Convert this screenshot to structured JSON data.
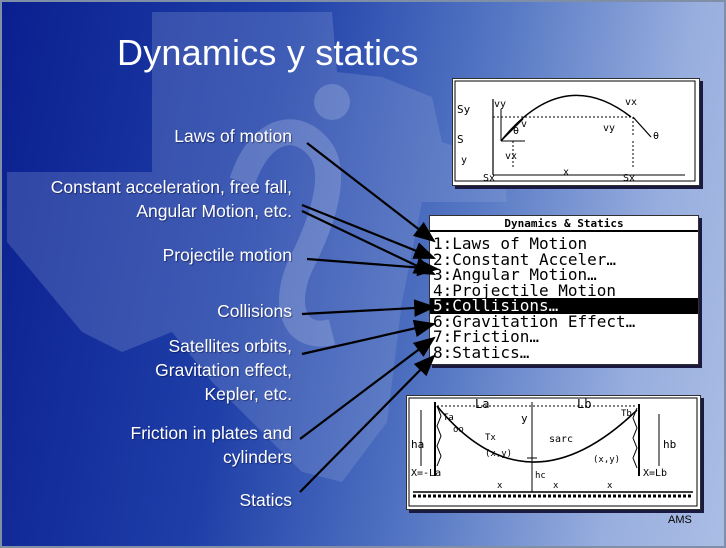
{
  "slide": {
    "title": "Dynamics y statics",
    "author": "AMS"
  },
  "labels": {
    "laws": "Laws of motion",
    "accel_1": "Constant acceleration, free fall,",
    "accel_2": "Angular Motion, etc.",
    "projectile": "Projectile motion",
    "collisions": "Collisions",
    "orbits_1": "Satellites orbits,",
    "orbits_2": "Gravitation effect,",
    "orbits_3": "Kepler, etc.",
    "friction_1": "Friction in plates and",
    "friction_2": "cylinders",
    "statics": "Statics"
  },
  "menu": {
    "header": "Dynamics & Statics",
    "items": [
      {
        "label": "1:Laws of Motion",
        "selected": false
      },
      {
        "label": "2:Constant Acceler…",
        "selected": false
      },
      {
        "label": "3:Angular Motion…",
        "selected": false
      },
      {
        "label": "4:Projectile Motion",
        "selected": false
      },
      {
        "label": "5:Collisions…",
        "selected": true
      },
      {
        "label": "6:Gravitation Effect…",
        "selected": false
      },
      {
        "label": "7:Friction…",
        "selected": false
      },
      {
        "label": "8:Statics…",
        "selected": false
      }
    ]
  },
  "projectile_figure": {
    "sy": "Sy",
    "vy0": "vy",
    "sy0": "S",
    "yaxis": "y",
    "theta0": "θ",
    "v0": "v",
    "vx0": "vx",
    "sx0": "Sx",
    "xaxis": "x",
    "sxt": "Sx",
    "vyt": "vy",
    "vxt": "vx",
    "theta": "θ"
  },
  "statics_figure": {
    "la": "La",
    "lb": "Lb",
    "y": "y",
    "ta": "Ta",
    "tb": "Tb",
    "tx": "Tx",
    "ha": "ha",
    "hb": "hb",
    "xy_left": "(x,y)",
    "xy_right": "(x,y)",
    "sarc": "sarc",
    "sigma": "σo",
    "x_left": "X=-La",
    "x_right": "X=Lb",
    "hc": "hc",
    "x_marks": [
      "x",
      "x",
      "x"
    ]
  },
  "colors": {
    "background_dark": "#0a1f8f",
    "background_light": "#aabde4",
    "label_text": "#ffffff",
    "arrow": "#000000"
  }
}
